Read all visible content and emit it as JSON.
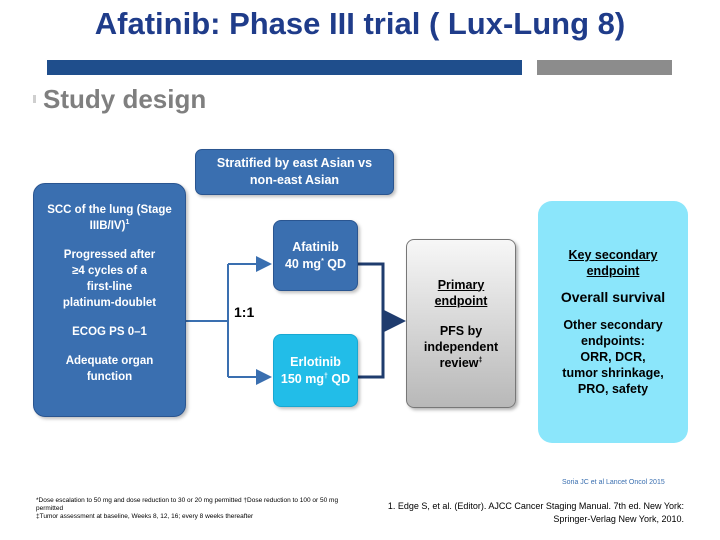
{
  "slide": {
    "title": "Afatinib: Phase III trial ( Lux-Lung 8)",
    "subtitle": "Study design"
  },
  "diagram": {
    "stratification": {
      "line1": "Stratified by east Asian vs",
      "line2": "non-east Asian"
    },
    "criteria": {
      "p1_line1": "SCC of the lung (Stage",
      "p1_line2": "IIIB/IV)",
      "p1_sup": "1",
      "p2_line1": "Progressed after",
      "p2_line2": "≥4 cycles of a",
      "p2_line3": "first-line",
      "p2_line4": "platinum-doublet",
      "p3": "ECOG PS 0–1",
      "p4_line1": "Adequate organ",
      "p4_line2": "function"
    },
    "randomization_ratio": "1:1",
    "arm_afatinib": {
      "drug": "Afatinib",
      "dose": "40 mg",
      "dose_sup": "*",
      "schedule": " QD"
    },
    "arm_erlotinib": {
      "drug": "Erlotinib",
      "dose": "150 mg",
      "dose_sup": "†",
      "schedule": " QD"
    },
    "primary_endpoint": {
      "heading_line1": "Primary",
      "heading_line2": "endpoint",
      "text_line1": "PFS by",
      "text_line2": "independent",
      "text_line3": "review",
      "text_sup": "‡"
    },
    "secondary_endpoints": {
      "heading_line1": "Key secondary",
      "heading_line2": "endpoint",
      "key": "Overall survival",
      "other_line1": "Other secondary",
      "other_line2": "endpoints:",
      "other_line3": "ORR, DCR,",
      "other_line4": "tumor shrinkage,",
      "other_line5": "PRO, safety"
    }
  },
  "footer": {
    "footnote_line1": "*Dose escalation to 50 mg and dose reduction to 30 or 20 mg permitted †Dose reduction to 100 or 50 mg permitted",
    "footnote_line2": "‡Tumor assessment at baseline, Weeks 8, 12, 16; every 8 weeks thereafter",
    "citation": "Soria JC et al Lancet Oncol 2015",
    "reference_line1": "1. Edge S, et al. (Editor). AJCC Cancer Staging Manual. 7th ed. New York:",
    "reference_line2": "Springer-Verlag New York, 2010."
  },
  "colors": {
    "title": "#1f3c8a",
    "box_blue": "#3a6fb0",
    "box_cyan": "#22bde8",
    "box_light_cyan": "#8be6fb",
    "arrow_dark": "#1f3c6e"
  }
}
